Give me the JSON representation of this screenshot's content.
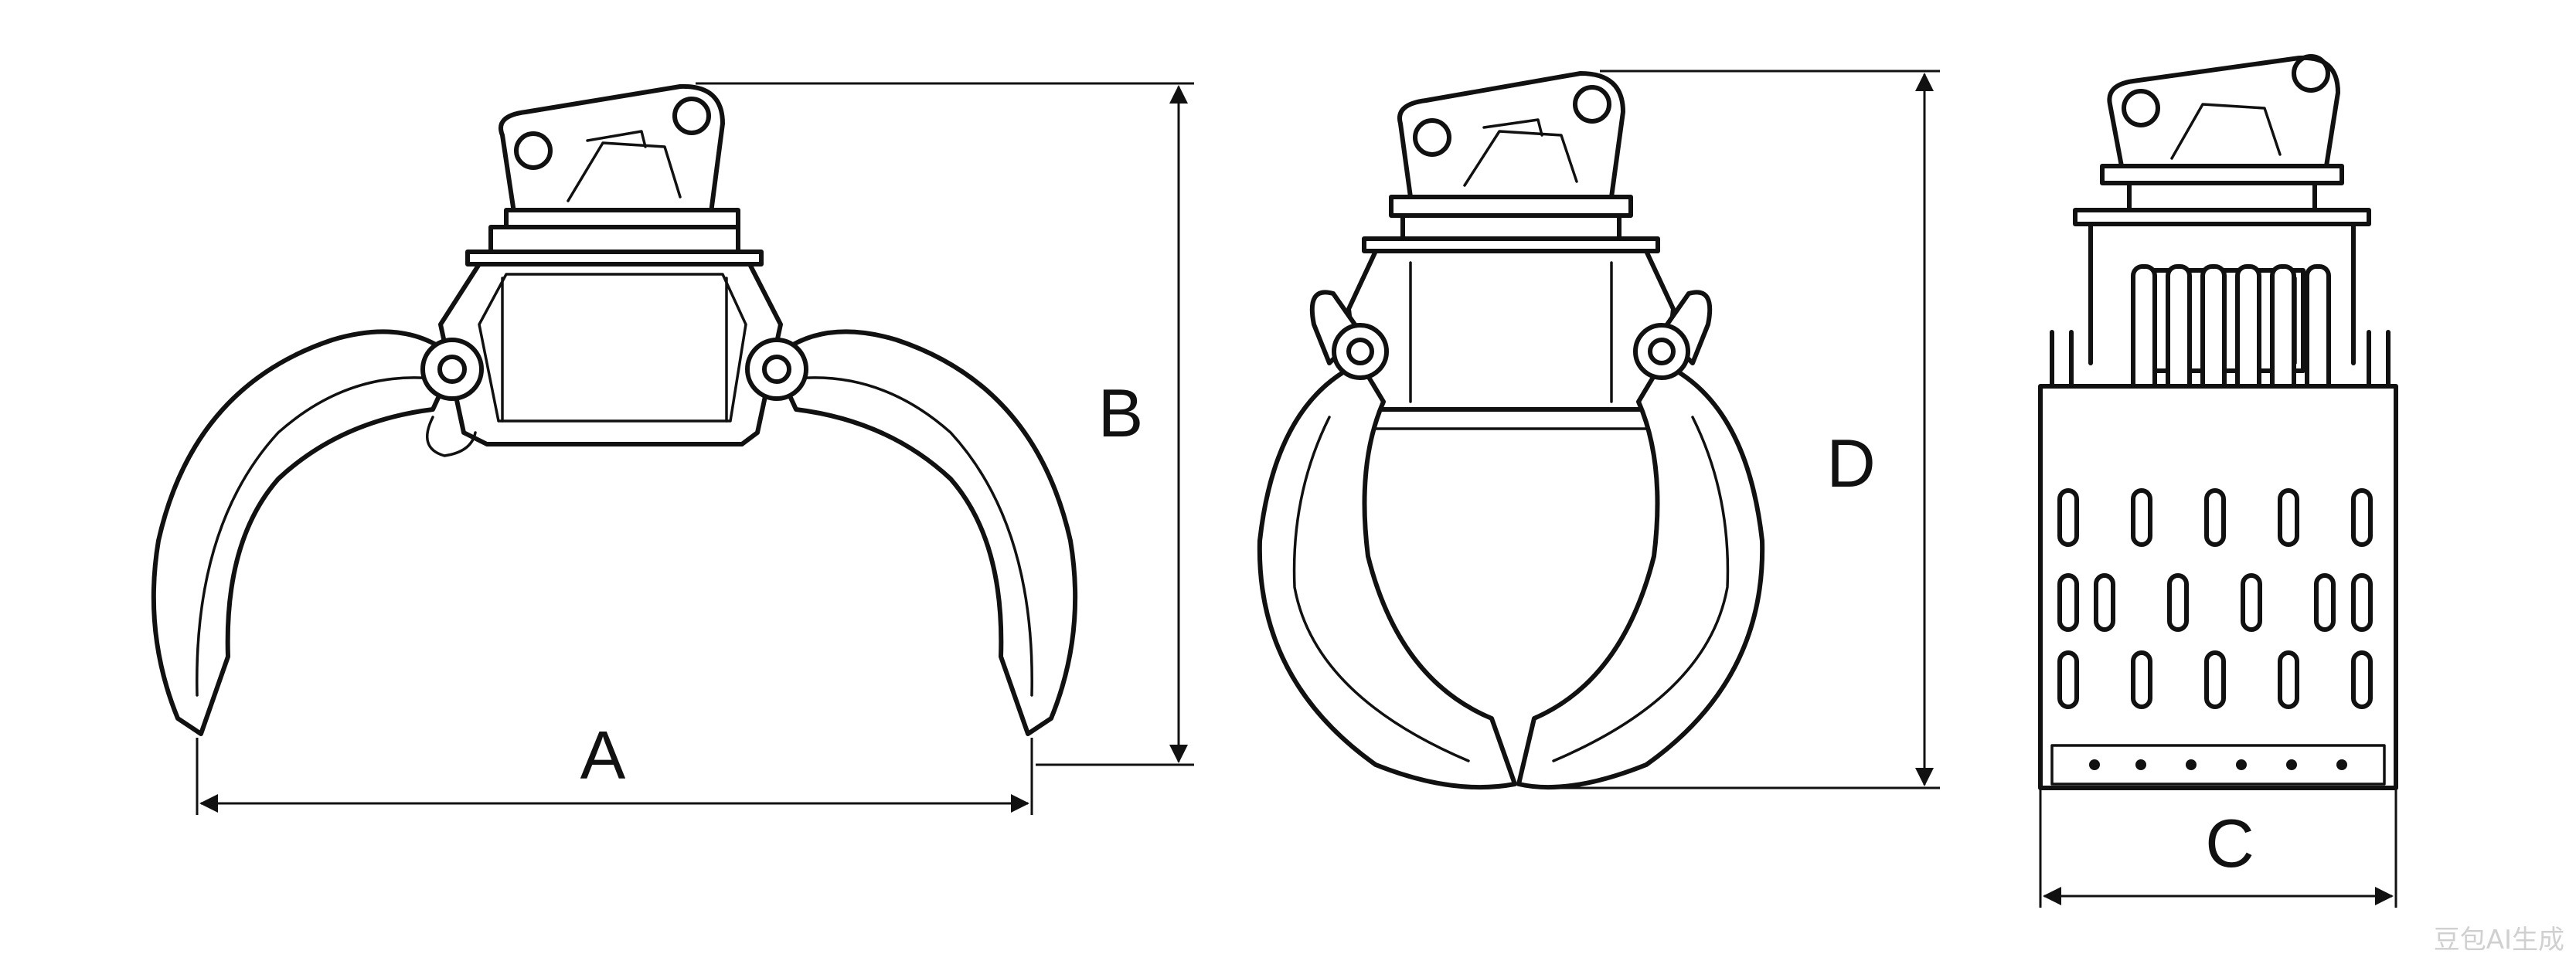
{
  "dimensions": {
    "a": "A",
    "b": "B",
    "c": "C",
    "d": "D"
  },
  "watermark": "豆包AI生成",
  "colors": {
    "line": "#111111",
    "background": "#ffffff",
    "watermark": "#d0d0d0"
  }
}
